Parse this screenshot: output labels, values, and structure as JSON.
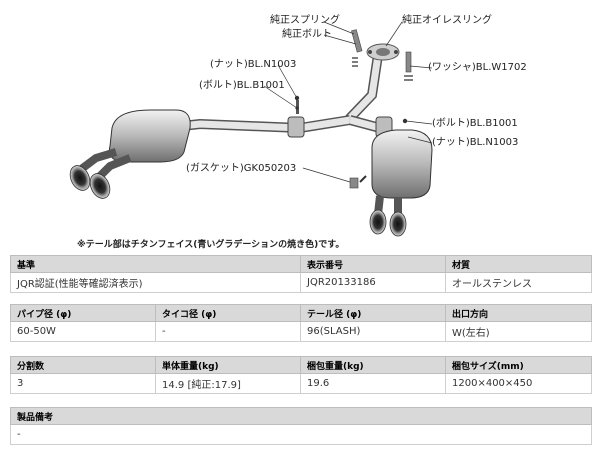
{
  "labels": {
    "genuine_spring": "純正スプリング",
    "genuine_bolt": "純正ボルト",
    "genuine_oil_ring": "純正オイレスリング",
    "washer": "(ワッシャ)BL.W1702",
    "nut_left": "(ナット)BL.N1003",
    "bolt_left": "(ボルト)BL.B1001",
    "bolt_right": "(ボルト)BL.B1001",
    "nut_right": "(ナット)BL.N1003",
    "gasket": "(ガスケット)GK050203"
  },
  "note": "※テール部はチタンフェイス(青いグラデーションの焼き色)です。",
  "specs": [
    {
      "headers": [
        "基準",
        "表示番号",
        "材質"
      ],
      "values": [
        "JQR認証(性能等確認済表示)",
        "JQR20133186",
        "オールステンレス"
      ],
      "colspans": [
        2,
        1,
        1
      ]
    },
    {
      "headers": [
        "パイプ径 (φ)",
        "タイコ径 (φ)",
        "テール径 (φ)",
        "出口方向"
      ],
      "values": [
        "60-50W",
        "-",
        "96(SLASH)",
        "W(左右)"
      ],
      "colspans": [
        1,
        1,
        1,
        1
      ]
    },
    {
      "headers": [
        "分割数",
        "単体重量(kg)",
        "梱包重量(kg)",
        "梱包サイズ(mm)"
      ],
      "values": [
        "3",
        "14.9 [純正:17.9]",
        "19.6",
        "1200×400×450"
      ],
      "colspans": [
        1,
        1,
        1,
        1
      ]
    },
    {
      "headers": [
        "製品備考"
      ],
      "values": [
        "-"
      ],
      "colspans": [
        4
      ]
    }
  ]
}
